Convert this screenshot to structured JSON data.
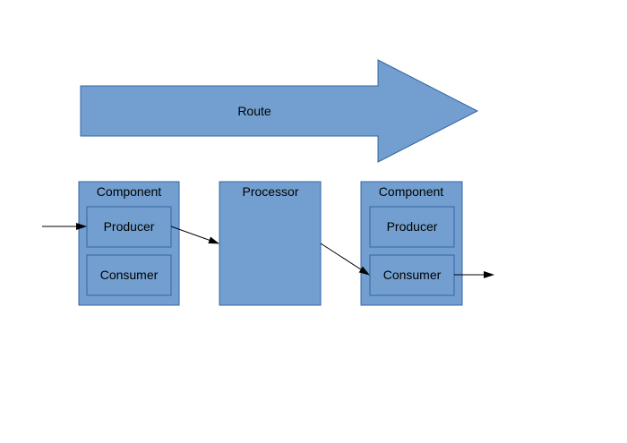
{
  "colors": {
    "fill": "#729fcf",
    "stroke": "#3465a4",
    "line": "#000000",
    "background": "#ffffff"
  },
  "route": {
    "label": "Route"
  },
  "components": [
    {
      "title": "Component",
      "inner": [
        {
          "label": "Producer"
        },
        {
          "label": "Consumer"
        }
      ]
    },
    {
      "title": "Component",
      "inner": [
        {
          "label": "Producer"
        },
        {
          "label": "Consumer"
        }
      ]
    }
  ],
  "processor": {
    "title": "Processor"
  }
}
